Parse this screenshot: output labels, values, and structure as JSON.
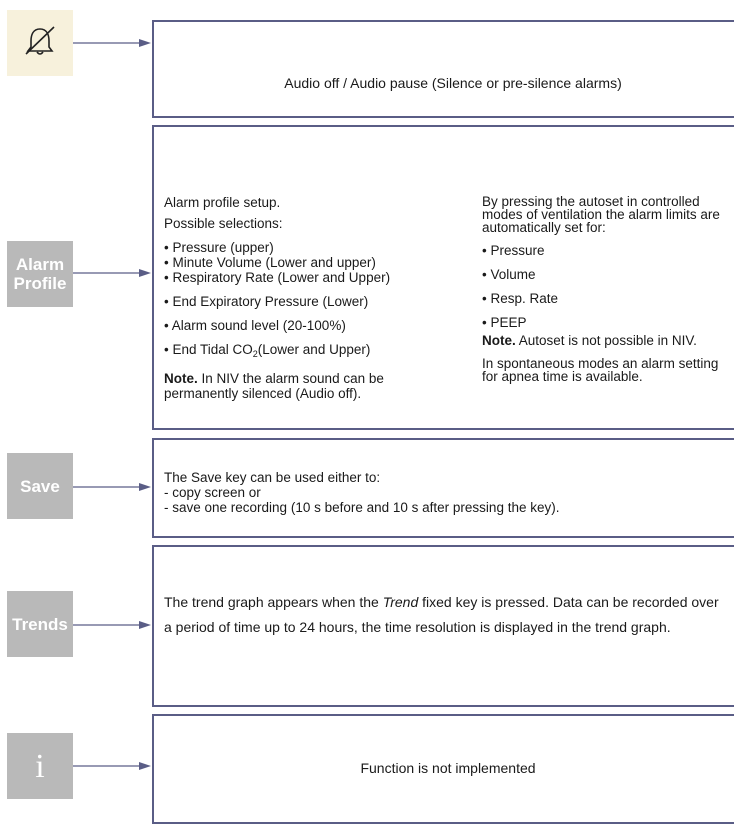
{
  "keys": {
    "alarm_profile": "Alarm Profile",
    "save": "Save",
    "trends": "Trends",
    "info": "i"
  },
  "audio": {
    "text": "Audio off / Audio pause (Silence or pre-silence alarms)"
  },
  "alarm_profile": {
    "left": {
      "title": "Alarm profile setup.",
      "possible": "Possible selections:",
      "items": [
        "• Pressure (upper)",
        "• Minute Volume (Lower and upper)",
        "• Respiratory Rate (Lower and Upper)",
        "• End Expiratory Pressure (Lower)",
        "• Alarm sound level (20-100%)"
      ],
      "etco2_prefix": "• End Tidal CO",
      "etco2_sub": "2",
      "etco2_suffix": "(Lower and Upper)",
      "note_label": "Note.",
      "note_text": " In NIV the alarm sound can be permanently silenced (Audio off)."
    },
    "right": {
      "intro": "By pressing the autoset in controlled modes of ventilation the alarm limits are automatically set for:",
      "items": [
        "• Pressure",
        "• Volume",
        "• Resp. Rate",
        "• PEEP"
      ],
      "note_label": "Note.",
      "note_text": " Autoset is not possible in NIV.",
      "spontaneous": "In spontaneous modes an alarm setting for apnea time is available."
    }
  },
  "save": {
    "line1": "The Save key can be used either to:",
    "line2": "- copy screen or",
    "line3": "- save one recording (10 s before and 10 s after pressing the key)."
  },
  "trends": {
    "text_before": "The trend graph appears when the ",
    "text_italic": "Trend",
    "text_after": " fixed key is pressed. Data can be recorded over a period of time up to 24 hours, the time resolution is displayed in the trend graph."
  },
  "info": {
    "text": "Function is not implemented"
  }
}
